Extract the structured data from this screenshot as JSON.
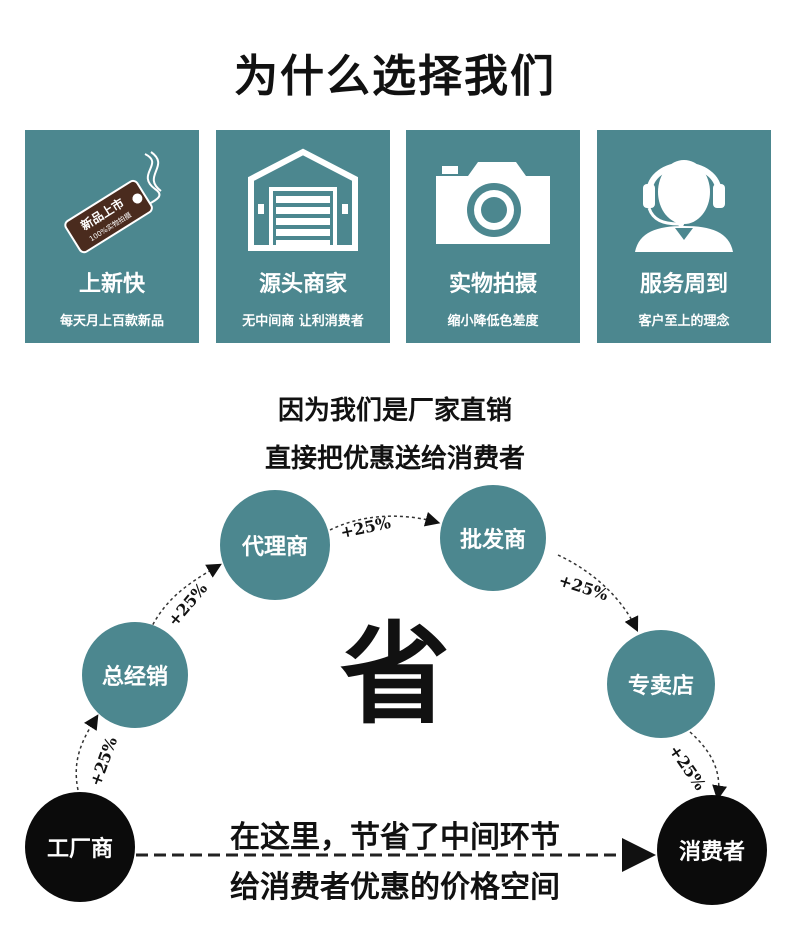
{
  "title": "为什么选择我们",
  "features": [
    {
      "title": "上新快",
      "subtitle": "每天月上百款新品",
      "icon": "new-arrival-tag-icon",
      "tag_lines": [
        "新品上市",
        "100%实物拍摄"
      ]
    },
    {
      "title": "源头商家",
      "subtitle": "无中间商 让利消费者",
      "icon": "warehouse-icon"
    },
    {
      "title": "实物拍摄",
      "subtitle": "缩小降低色差度",
      "icon": "camera-icon"
    },
    {
      "title": "服务周到",
      "subtitle": "客户至上的理念",
      "icon": "customer-service-headset-icon"
    }
  ],
  "headline": [
    "因为我们是厂家直销",
    "直接把优惠送给消费者"
  ],
  "chain": {
    "factory": "工厂商",
    "distributor": "总经销",
    "agent": "代理商",
    "wholesaler": "批发商",
    "store": "专卖店",
    "consumer": "消费者",
    "markup": "+25%",
    "center": "省"
  },
  "bottom": [
    "在这里，节省了中间环节",
    "给消费者优惠的价格空间"
  ],
  "colors": {
    "accent": "#4c878f",
    "dark": "#0b0b0b"
  }
}
